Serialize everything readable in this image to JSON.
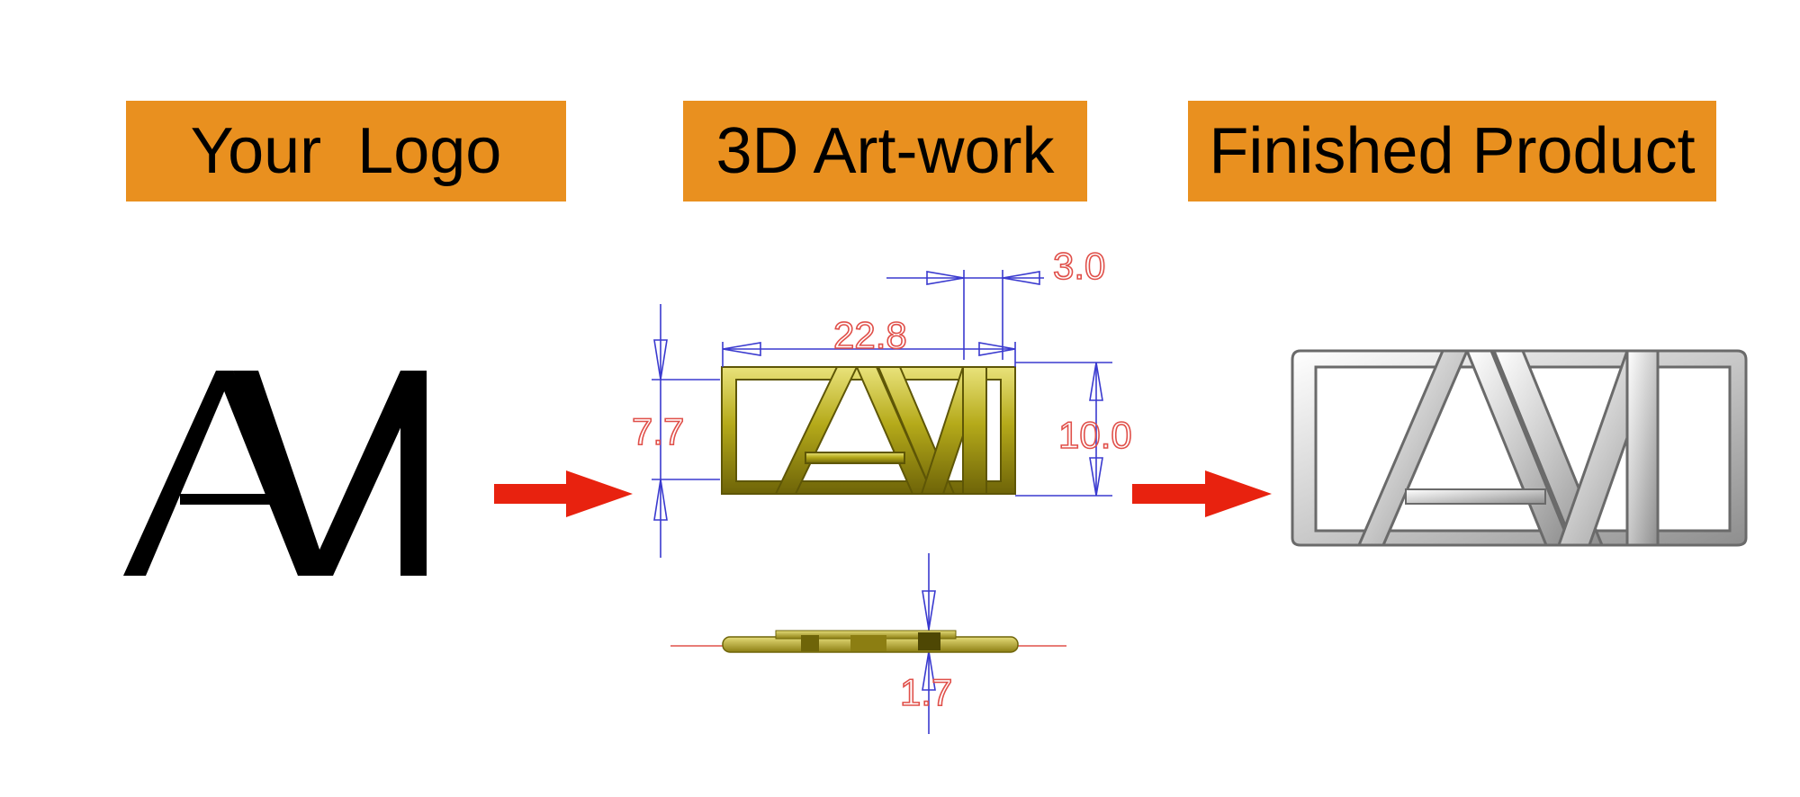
{
  "headers": {
    "logo": "Your  Logo",
    "artwork": "3D Art-work",
    "product": "Finished Product"
  },
  "dimensions": {
    "thickness_top": "3.0",
    "width": "22.8",
    "letter_height": "7.7",
    "total_height": "10.0",
    "depth": "1.7"
  },
  "colors": {
    "header_bg": "#E9901F",
    "arrow": "#E8220F",
    "dimension_text": "#E0504A",
    "dimension_line": "#3A3ACF",
    "gold": "#B5AA1A",
    "silver": "#D8D8D8"
  },
  "icons": [
    "arrow-right-icon",
    "arrow-right-icon"
  ]
}
